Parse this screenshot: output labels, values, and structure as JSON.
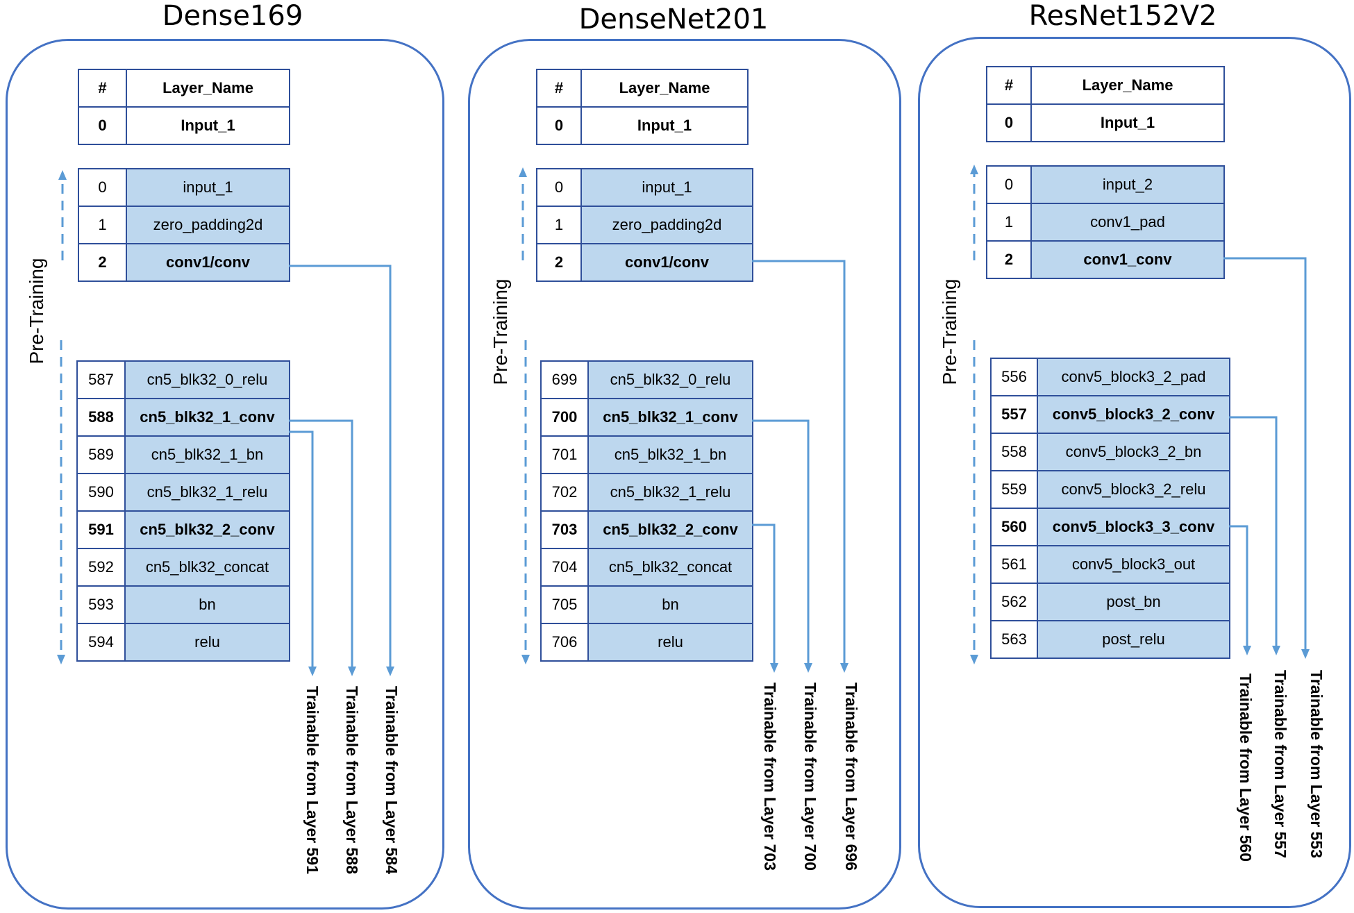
{
  "panels": [
    {
      "title": "Dense169",
      "header": {
        "idx_label": "#",
        "name_label": "Layer_Name",
        "row_idx": "0",
        "row_name": "Input_1"
      },
      "pretraining_label": "Pre-Training",
      "top_layers": [
        {
          "idx": "0",
          "name": "input_1",
          "bold": false
        },
        {
          "idx": "1",
          "name": "zero_padding2d",
          "bold": false
        },
        {
          "idx": "2",
          "name": "conv1/conv",
          "bold": true
        }
      ],
      "bottom_layers": [
        {
          "idx": "587",
          "name": "cn5_blk32_0_relu",
          "bold": false
        },
        {
          "idx": "588",
          "name": "cn5_blk32_1_conv",
          "bold": true
        },
        {
          "idx": "589",
          "name": "cn5_blk32_1_bn",
          "bold": false
        },
        {
          "idx": "590",
          "name": "cn5_blk32_1_relu",
          "bold": false
        },
        {
          "idx": "591",
          "name": "cn5_blk32_2_conv",
          "bold": true
        },
        {
          "idx": "592",
          "name": "cn5_blk32_concat",
          "bold": false
        },
        {
          "idx": "593",
          "name": "bn",
          "bold": false
        },
        {
          "idx": "594",
          "name": "relu",
          "bold": false
        }
      ],
      "trainable_labels": [
        "Trainable from Layer 591",
        "Trainable from Layer 588",
        "Trainable from Layer 584"
      ]
    },
    {
      "title": "DenseNet201",
      "header": {
        "idx_label": "#",
        "name_label": "Layer_Name",
        "row_idx": "0",
        "row_name": "Input_1"
      },
      "pretraining_label": "Pre-Training",
      "top_layers": [
        {
          "idx": "0",
          "name": "input_1",
          "bold": false
        },
        {
          "idx": "1",
          "name": "zero_padding2d",
          "bold": false
        },
        {
          "idx": "2",
          "name": "conv1/conv",
          "bold": true
        }
      ],
      "bottom_layers": [
        {
          "idx": "699",
          "name": "cn5_blk32_0_relu",
          "bold": false
        },
        {
          "idx": "700",
          "name": "cn5_blk32_1_conv",
          "bold": true
        },
        {
          "idx": "701",
          "name": "cn5_blk32_1_bn",
          "bold": false
        },
        {
          "idx": "702",
          "name": "cn5_blk32_1_relu",
          "bold": false
        },
        {
          "idx": "703",
          "name": "cn5_blk32_2_conv",
          "bold": true
        },
        {
          "idx": "704",
          "name": "cn5_blk32_concat",
          "bold": false
        },
        {
          "idx": "705",
          "name": "bn",
          "bold": false
        },
        {
          "idx": "706",
          "name": "relu",
          "bold": false
        }
      ],
      "trainable_labels": [
        "Trainable from Layer 703",
        "Trainable from Layer 700",
        "Trainable from Layer 696"
      ]
    },
    {
      "title": "ResNet152V2",
      "header": {
        "idx_label": "#",
        "name_label": "Layer_Name",
        "row_idx": "0",
        "row_name": "Input_1"
      },
      "pretraining_label": "Pre-Training",
      "top_layers": [
        {
          "idx": "0",
          "name": "input_2",
          "bold": false
        },
        {
          "idx": "1",
          "name": "conv1_pad",
          "bold": false
        },
        {
          "idx": "2",
          "name": "conv1_conv",
          "bold": true
        }
      ],
      "bottom_layers": [
        {
          "idx": "556",
          "name": "conv5_block3_2_pad",
          "bold": false
        },
        {
          "idx": "557",
          "name": "conv5_block3_2_conv",
          "bold": true
        },
        {
          "idx": "558",
          "name": "conv5_block3_2_bn",
          "bold": false
        },
        {
          "idx": "559",
          "name": "conv5_block3_2_relu",
          "bold": false
        },
        {
          "idx": "560",
          "name": "conv5_block3_3_conv",
          "bold": true
        },
        {
          "idx": "561",
          "name": "conv5_block3_out",
          "bold": false
        },
        {
          "idx": "562",
          "name": "post_bn",
          "bold": false
        },
        {
          "idx": "563",
          "name": "post_relu",
          "bold": false
        }
      ],
      "trainable_labels": [
        "Trainable from Layer 560",
        "Trainable from Layer 557",
        "Trainable from Layer 553"
      ]
    }
  ],
  "colors": {
    "border": "#4472c4",
    "table_fill": "#bdd7ee",
    "arrow": "#5b9bd5"
  }
}
